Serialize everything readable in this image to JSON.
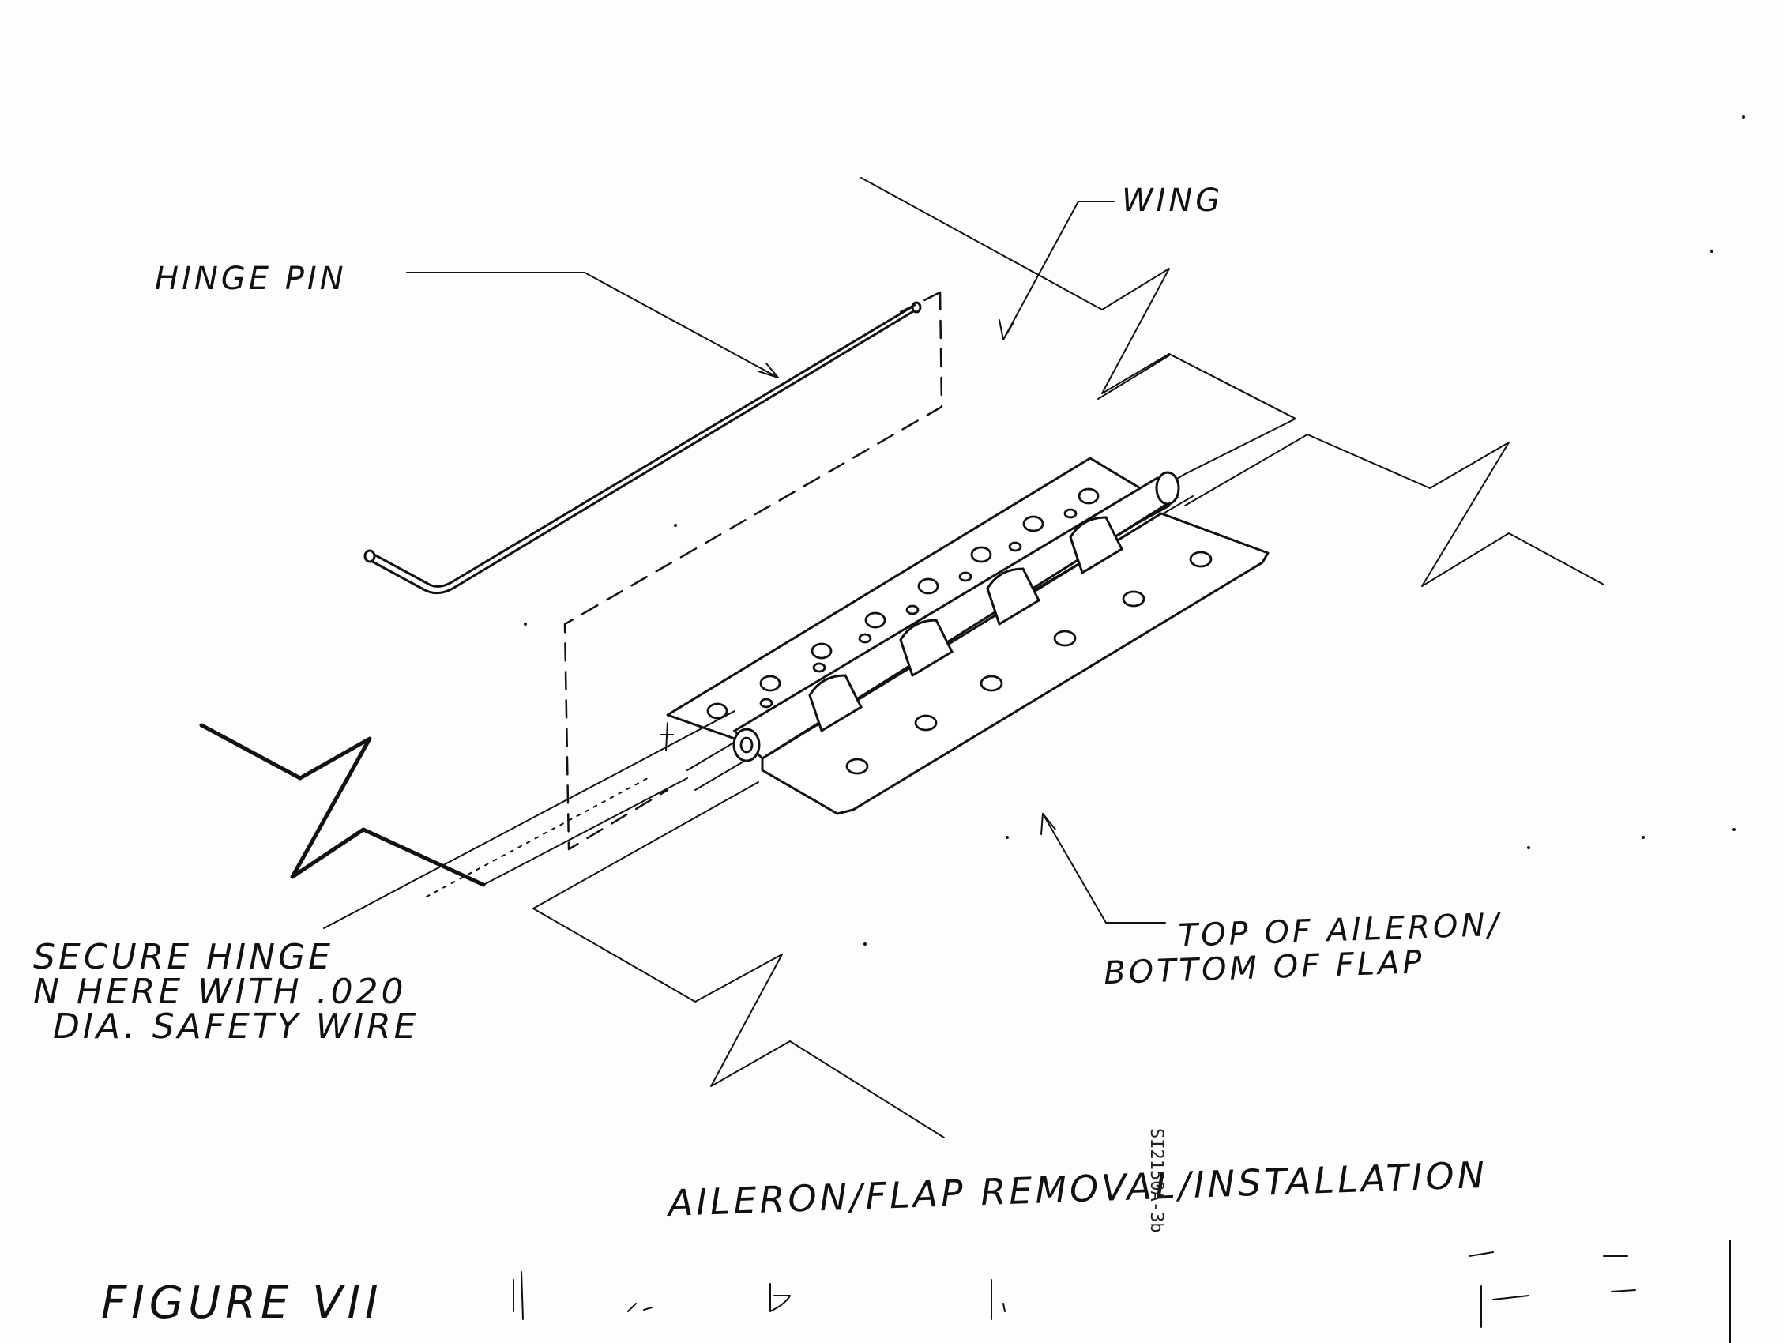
{
  "labels": {
    "wing": "WING",
    "hinge_pin": "HINGE PIN",
    "top_line1": "TOP OF AILERON/",
    "top_line2": "BOTTOM OF FLAP",
    "secure_line1": "SECURE HINGE",
    "secure_line2": "N HERE WITH .020",
    "secure_line3": "DIA. SAFETY WIRE",
    "title": "AILERON/FLAP REMOVAL/INSTALLATION",
    "figure": "FIGURE VII",
    "doc_id": "SI2150A-3b"
  },
  "colors": {
    "ink": "#111111",
    "paper": "#fdfdfc"
  }
}
